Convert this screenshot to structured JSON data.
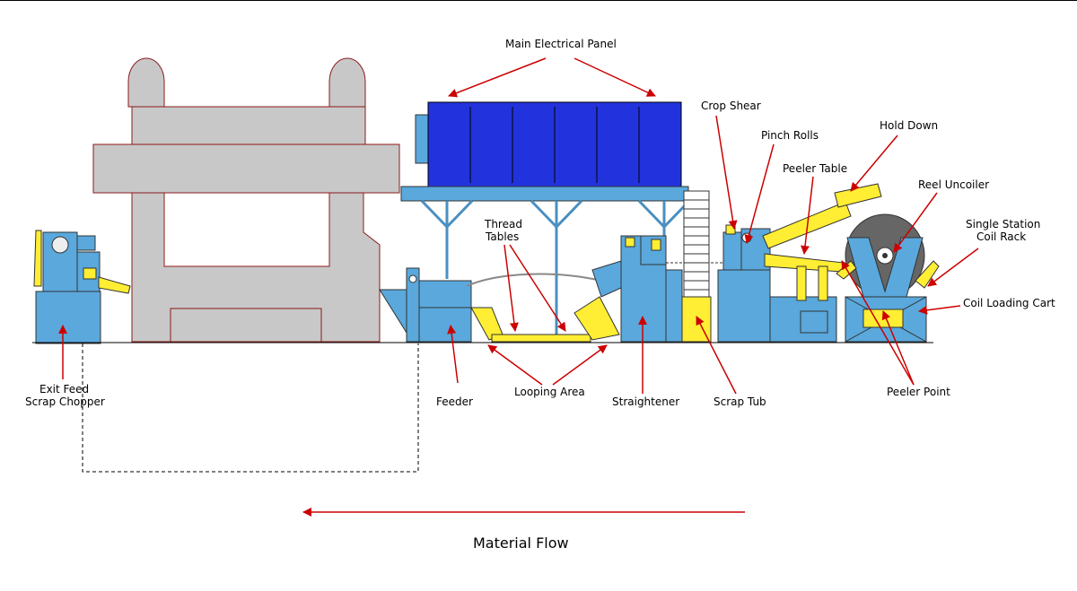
{
  "labels": {
    "main_electrical_panel": "Main Electrical Panel",
    "crop_shear": "Crop Shear",
    "pinch_rolls": "Pinch Rolls",
    "hold_down": "Hold Down",
    "peeler_table": "Peeler Table",
    "reel_uncoiler": "Reel Uncoiler",
    "single_station_line1": "Single Station",
    "single_station_line2": "Coil Rack",
    "coil_loading_cart": "Coil Loading Cart",
    "thread_tables_line1": "Thread",
    "thread_tables_line2": "Tables",
    "exit_feed_line1": "Exit Feed",
    "exit_feed_line2": "Scrap Chopper",
    "feeder": "Feeder",
    "looping_area": "Looping Area",
    "straightener": "Straightener",
    "scrap_tub": "Scrap Tub",
    "peeler_point": "Peeler Point",
    "material_flow": "Material Flow"
  },
  "colors": {
    "machine_blue": "#5aa8dc",
    "panel_blue": "#2233dd",
    "press_gray": "#c8c8c8",
    "press_outline": "#8b1a1a",
    "accent_yellow": "#ffee33",
    "arrow_red": "#cc0000",
    "coil_gray": "#666666"
  }
}
